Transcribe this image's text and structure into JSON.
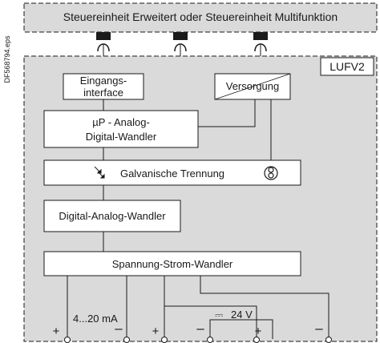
{
  "side_label": "DF568794.eps",
  "control_unit": "Steuereinheit Erweitert oder Steuereinheit Multifunktion",
  "module_name": "LUFV2",
  "blocks": {
    "input_interface_line1": "Eingangs-",
    "input_interface_line2": "interface",
    "supply": "Versorgung",
    "ad_converter_line1": "µP - Analog-",
    "ad_converter_line2": "Digital-Wandler",
    "isolation": "Galvanische Trennung",
    "da_converter": "Digital-Analog-Wandler",
    "vi_converter": "Spannung-Strom-Wandler"
  },
  "labels": {
    "current_range": "4...20 mA",
    "dc_symbol": "⎓",
    "voltage": "24 V",
    "plus": "+",
    "minus": "–"
  },
  "colors": {
    "control_unit_fill": "#dadada",
    "module_fill": "#dadada",
    "block_fill": "#ffffff",
    "line": "#1a1a1a"
  }
}
